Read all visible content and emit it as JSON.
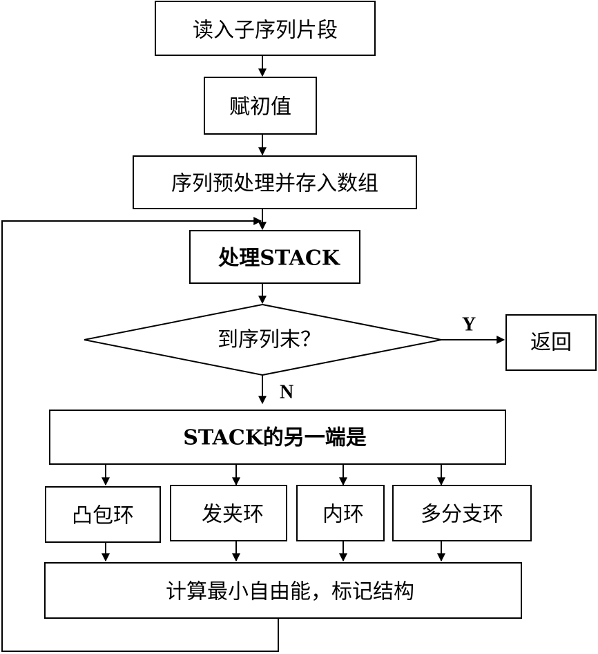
{
  "flowchart": {
    "nodes": {
      "read": "读入子序列片段",
      "init": "赋初值",
      "preprocess": "序列预处理并存入数组",
      "process_stack": "处理STACK",
      "end_check": "到序列末？",
      "return": "返回",
      "other_end": "STACK的另一端是",
      "convex_loop": "凸包环",
      "hairpin_loop": "发夹环",
      "inner_loop": "内环",
      "multi_loop": "多分支环",
      "compute": "计算最小自由能，标记结构"
    },
    "edges": {
      "yes_label": "Y",
      "no_label": "N"
    }
  }
}
